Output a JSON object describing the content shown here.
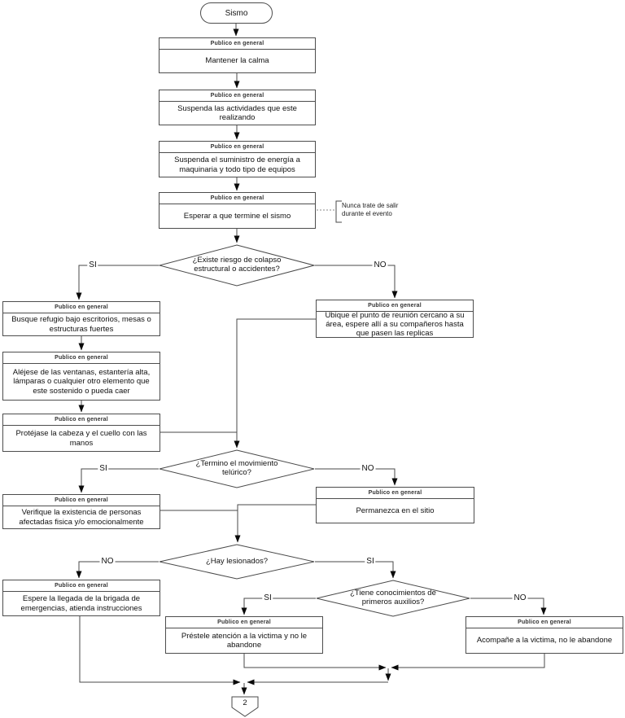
{
  "palette": {
    "line": "#4a4a4a",
    "arrow": "#0a0a0a",
    "border": "#4d4d4d",
    "text": "#111111",
    "background": "#ffffff"
  },
  "start": {
    "label": "Sismo"
  },
  "nodes": {
    "calma": {
      "header": "Publico en general",
      "body": "Mantener la calma"
    },
    "actividades": {
      "header": "Publico en general",
      "body": "Suspenda las actividades que este realizando"
    },
    "energia": {
      "header": "Publico en general",
      "body": "Suspenda el suministro de energía a maquinaria y todo tipo de equipos"
    },
    "esperar": {
      "header": "Publico en general",
      "body": "Esperar a que termine el sismo"
    },
    "refugio": {
      "header": "Publico en general",
      "body": "Busque refugio bajo escritorios, mesas o estructuras fuertes"
    },
    "alejese": {
      "header": "Publico en general",
      "body": "Aléjese de las ventanas, estantería alta, lámparas o cualquier otro elemento que este sostenido o pueda caer"
    },
    "protejase": {
      "header": "Publico en general",
      "body": "Protéjase la cabeza y el cuello con las manos"
    },
    "reunion": {
      "header": "Publico en general",
      "body": "Ubique el punto de reunión cercano a su área, espere allí a su compañeros hasta que pasen las replicas"
    },
    "verifique": {
      "header": "Publico en general",
      "body": "Verifique la existencia de personas afectadas fisica y/o emocionalmente"
    },
    "permanezca": {
      "header": "Publico en general",
      "body": "Permanezca en el sitio"
    },
    "brigada": {
      "header": "Publico en general",
      "body": "Espere la llegada de la brigada de emergencias, atienda instrucciones"
    },
    "prestele": {
      "header": "Publico en general",
      "body": "Préstele atención a la victima y no le abandone"
    },
    "acompane": {
      "header": "Publico en general",
      "body": "Acompañe a la victima, no le abandone"
    }
  },
  "decisions": {
    "colapso": {
      "question": "¿Existe riesgo de colapso estructural o accidentes?",
      "left": "SI",
      "right": "NO"
    },
    "termino": {
      "question": "¿Termino el movimiento telúrico?",
      "left": "SI",
      "right": "NO"
    },
    "lesionados": {
      "question": "¿Hay lesionados?",
      "left": "NO",
      "right": "SI"
    },
    "auxilios": {
      "question": "¿Tiene conocimientos de primeros auxilios?",
      "left": "SI",
      "right": "NO"
    }
  },
  "annotation": {
    "line1": "Nunca trate de salir",
    "line2": "durante el evento"
  },
  "offpage": {
    "label": "2"
  }
}
